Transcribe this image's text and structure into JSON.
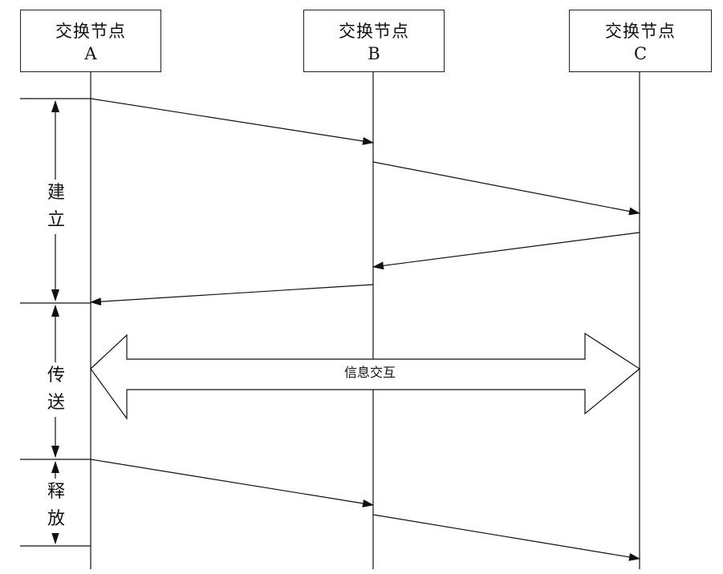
{
  "nodes": [
    {
      "name": "交换节点",
      "id": "A"
    },
    {
      "name": "交换节点",
      "id": "B"
    },
    {
      "name": "交换节点",
      "id": "C"
    }
  ],
  "phases": {
    "setup": [
      "建",
      "立"
    ],
    "transfer": [
      "传",
      "送"
    ],
    "release": [
      "释",
      "放"
    ]
  },
  "exchange": {
    "label": "信息交互"
  },
  "messages": [
    {
      "from": "A",
      "to": "B",
      "phase": "setup"
    },
    {
      "from": "B",
      "to": "C",
      "phase": "setup"
    },
    {
      "from": "C",
      "to": "B",
      "phase": "setup"
    },
    {
      "from": "B",
      "to": "A",
      "phase": "setup"
    },
    {
      "from": "A",
      "to": "B",
      "phase": "release"
    },
    {
      "from": "B",
      "to": "C",
      "phase": "release"
    }
  ]
}
